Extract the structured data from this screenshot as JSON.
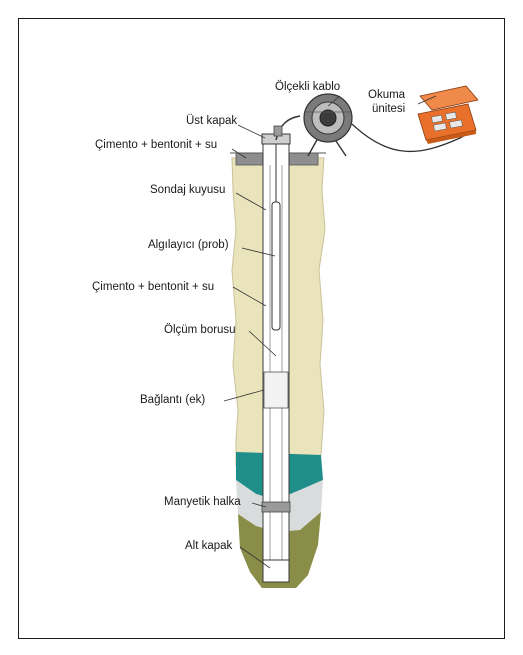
{
  "labels": {
    "olcekli_kablo": "Ölçekli kablo",
    "okuma_line1": "Okuma",
    "okuma_line2": "ünitesi",
    "ust_kapak": "Üst kapak",
    "cimento_top": "Çimento + bentonit + su",
    "sondaj_kuyusu": "Sondaj kuyusu",
    "algilayici": "Algılayıcı (prob)",
    "cimento_mid": "Çimento + bentonit + su",
    "olcum_borusu": "Ölçüm borusu",
    "baglanti": "Bağlantı (ek)",
    "manyetik_halka": "Manyetik halka",
    "alt_kapak": "Alt kapak"
  },
  "colors": {
    "soil": "#e9e4bc",
    "soil_edge": "#c9c29a",
    "teal_layer": "#1f8d8a",
    "gray_layer": "#d9dcdc",
    "bottom_layer": "#8a8d48",
    "concrete": "#8e8e8e",
    "reader_box": "#e8702a",
    "reel_body": "#7a7a7a",
    "pipe": "#ffffff",
    "line": "#2a2a2a"
  }
}
